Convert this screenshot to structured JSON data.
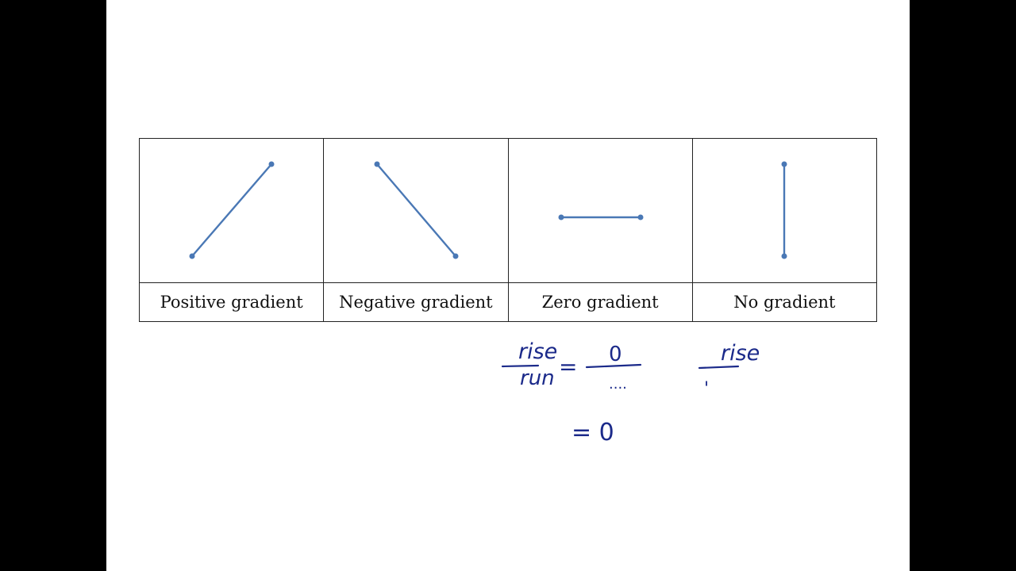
{
  "colors": {
    "line": "#4a78b5",
    "ink": "#1b2a8a",
    "border": "#222222",
    "background": "#ffffff",
    "letterbox": "#000000"
  },
  "table": {
    "columns": [
      {
        "label": "Positive gradient"
      },
      {
        "label": "Negative gradient"
      },
      {
        "label": "Zero gradient"
      },
      {
        "label": "No gradient"
      }
    ]
  },
  "handwriting": {
    "fraction_numerator": "rise",
    "fraction_denominator": "run",
    "equals_1": "=",
    "zero_numerator": "0",
    "zero_denominator": "....",
    "equals_2": "= 0",
    "second_fraction_numerator": "rise",
    "second_fraction_denominator": "'"
  }
}
